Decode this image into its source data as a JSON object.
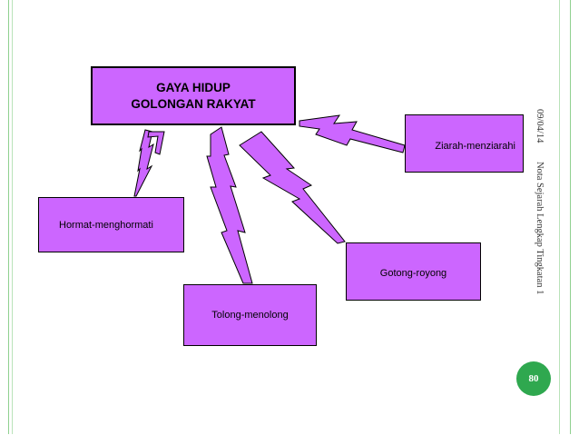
{
  "diagram": {
    "main": {
      "line1": "GAYA HIDUP",
      "line2": "GOLONGAN RAKYAT"
    },
    "nodes": {
      "ziarah": "Ziarah-menziarahi",
      "hormat": "Hormat-menghormati",
      "gotong": "Gotong-royong",
      "tolong": "Tolong-menolong"
    },
    "bolt_color": "#cc66ff"
  },
  "slide": {
    "date": "09/04/14",
    "footer": "Nota Sejarah Lengkap Tingkatan 1",
    "page_number": "80",
    "border_color": "#8fd08f",
    "page_number_color": "#2fa84f"
  }
}
